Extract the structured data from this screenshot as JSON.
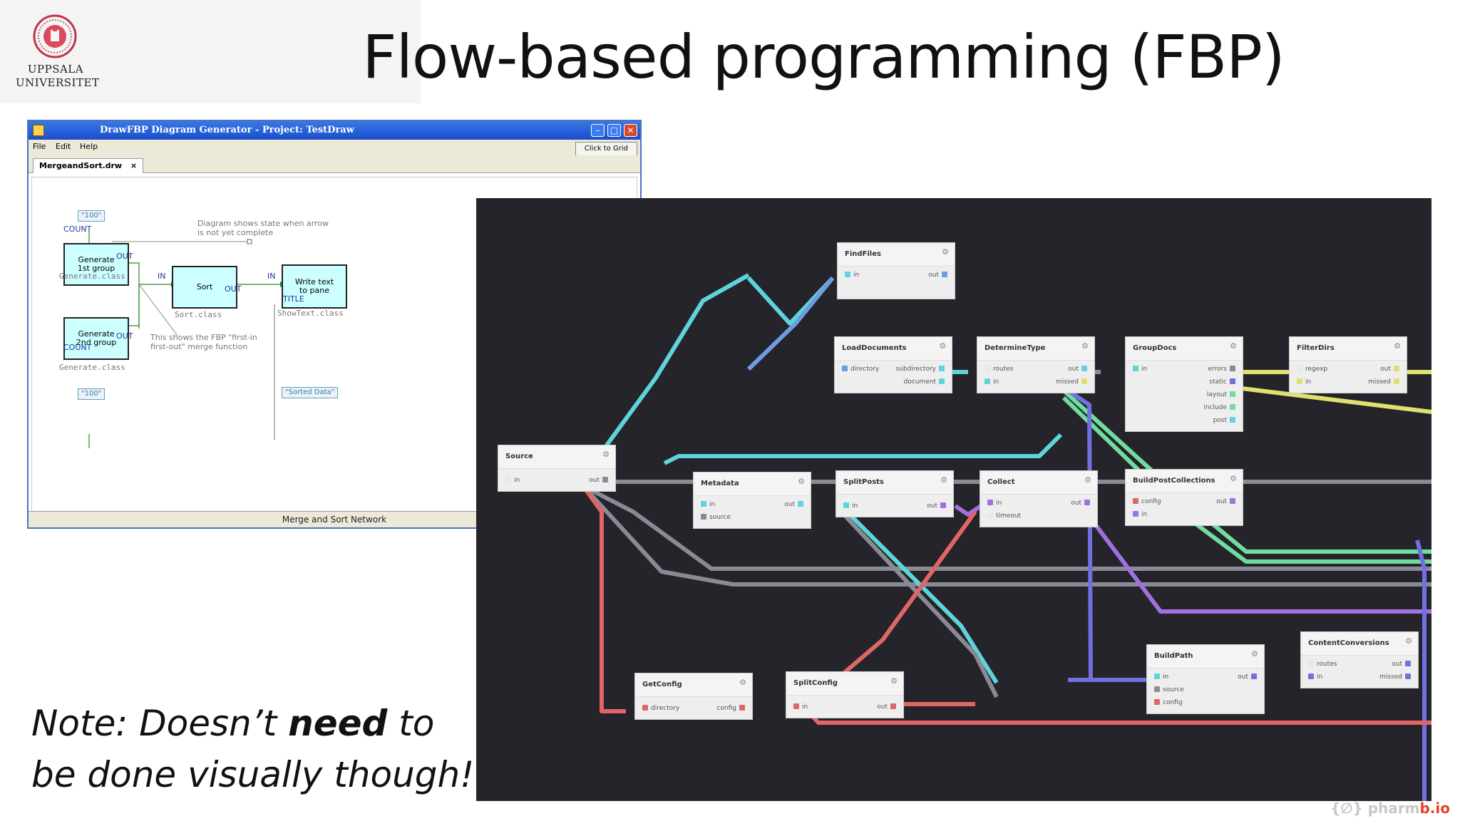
{
  "slide": {
    "title": "Flow-based programming (FBP)",
    "university_line1": "UPPSALA",
    "university_line2": "UNIVERSITET",
    "note_line1": "Note: Doesn’t ",
    "note_bold": "need",
    "note_line1_end": " to",
    "note_line2": "be done visually though!",
    "brand_prefix": "{∅} pharm",
    "brand_suffix": "b.io"
  },
  "drawfbp": {
    "window_title": "DrawFBP Diagram Generator - Project: TestDraw",
    "menu": [
      "File",
      "Edit",
      "Help"
    ],
    "grid_button": "Click to Grid",
    "tab_label": "MergeandSort.drw",
    "tab_close": "×",
    "status": "Merge and Sort Network",
    "note_top_1": "Diagram shows state when arrow",
    "note_top_2": "is not yet complete",
    "note_bottom_1": "This shows the FBP \"first-in",
    "note_bottom_2": "first-out\" merge function",
    "iip_top": "\"100\"",
    "iip_bottom": "\"100\"",
    "iip_sorted": "\"Sorted Data\"",
    "count_top": "COUNT",
    "count_bottom": "COUNT",
    "blocks": {
      "gen1": {
        "l1": "Generate",
        "l2": "1st group",
        "cls": "Generate.class",
        "out": "OUT"
      },
      "gen2": {
        "l1": "Generate",
        "l2": "2nd group",
        "cls": "Generate.class",
        "out": "OUT"
      },
      "sort": {
        "l1": "Sort",
        "cls": "Sort.class",
        "in": "IN",
        "out": "OUT"
      },
      "write": {
        "l1": "Write text",
        "l2": "to pane",
        "cls": "ShowText.class",
        "in": "IN",
        "title_port": "TITLE"
      }
    }
  },
  "noflo": {
    "colors": {
      "cyan": "#5fd3dc",
      "blue": "#6f9be0",
      "grey": "#8a8a94",
      "red": "#e06666",
      "purple": "#a070e0",
      "green": "#70dca0",
      "yellow": "#e0e070",
      "indigo": "#7070e0"
    },
    "nodes": {
      "findfiles": {
        "title": "FindFiles",
        "in": [
          "in"
        ],
        "out": [
          "out"
        ]
      },
      "loaddocuments": {
        "title": "LoadDocuments",
        "in": [
          "directory"
        ],
        "out": [
          "subdirectory",
          "document"
        ]
      },
      "determinetype": {
        "title": "DetermineType",
        "in": [
          "routes",
          "in"
        ],
        "out": [
          "out",
          "missed"
        ]
      },
      "groupdocs": {
        "title": "GroupDocs",
        "in": [
          "in"
        ],
        "out": [
          "errors",
          "static",
          "layout",
          "include",
          "post"
        ]
      },
      "filterdirs": {
        "title": "FilterDirs",
        "in": [
          "regexp",
          "in"
        ],
        "out": [
          "out",
          "missed"
        ]
      },
      "source": {
        "title": "Source",
        "in": [
          "in"
        ],
        "out": [
          "out"
        ]
      },
      "metadata": {
        "title": "Metadata",
        "in": [
          "in",
          "source"
        ],
        "out": [
          "out"
        ]
      },
      "splitposts": {
        "title": "SplitPosts",
        "in": [
          "in"
        ],
        "out": [
          "out"
        ]
      },
      "collect": {
        "title": "Collect",
        "in": [
          "in",
          "timeout"
        ],
        "out": [
          "out"
        ]
      },
      "buildpostcollections": {
        "title": "BuildPostCollections",
        "in": [
          "config",
          "in"
        ],
        "out": [
          "out"
        ]
      },
      "getconfig": {
        "title": "GetConfig",
        "in": [
          "directory"
        ],
        "out": [
          "config"
        ]
      },
      "splitconfig": {
        "title": "SplitConfig",
        "in": [
          "in"
        ],
        "out": [
          "out"
        ]
      },
      "buildpath": {
        "title": "BuildPath",
        "in": [
          "in",
          "source",
          "config"
        ],
        "out": [
          "out"
        ]
      },
      "contentconversions": {
        "title": "ContentConversions",
        "in": [
          "routes",
          "in"
        ],
        "out": [
          "out",
          "missed"
        ]
      }
    }
  }
}
